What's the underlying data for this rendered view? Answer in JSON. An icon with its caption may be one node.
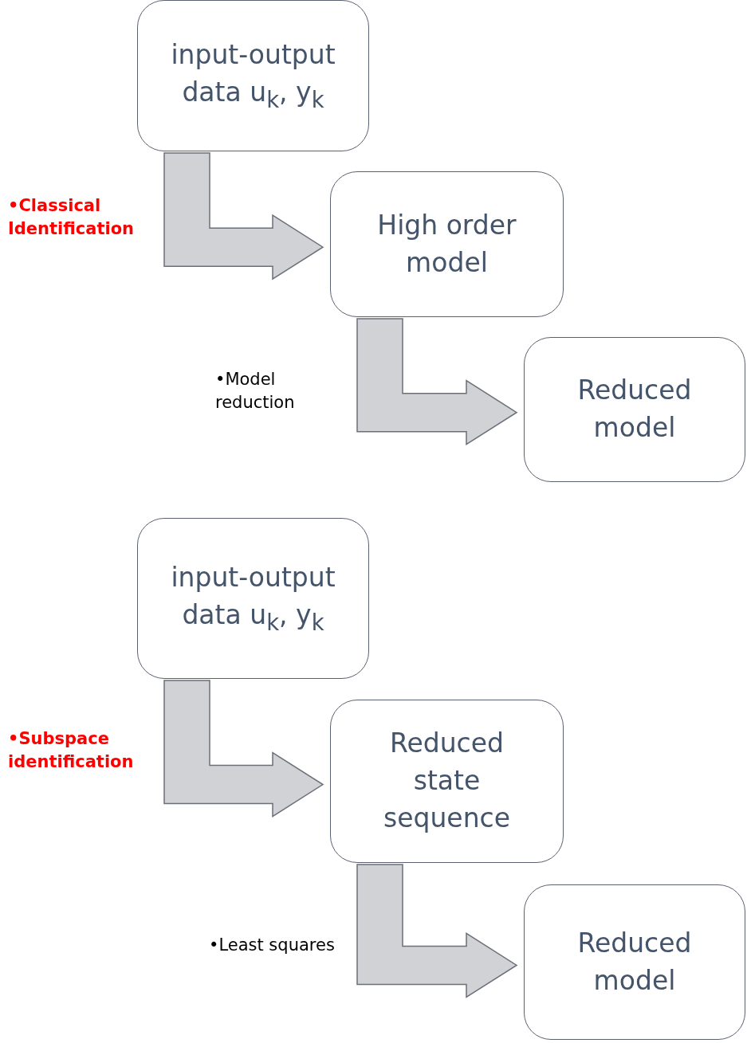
{
  "diagram": {
    "nodes": [
      {
        "text": [
          "input-output data u$_{k}$, y$_{k}$"
        ]
      },
      {
        "text": [
          "High order model"
        ]
      },
      {
        "text": [
          "Reduced model"
        ]
      },
      {
        "text": [
          "input-output data u$_{k}$, y$_{k}$"
        ]
      },
      {
        "text": [
          "Reduced state sequence"
        ]
      },
      {
        "text": [
          "Reduced model"
        ]
      }
    ],
    "edges": [
      {
        "from": 0,
        "to": 1,
        "arrow": "to"
      },
      {
        "from": 1,
        "to": 2,
        "arrow": "to"
      },
      {
        "from": 3,
        "to": 4,
        "arrow": "to"
      },
      {
        "from": 4,
        "to": 5,
        "arrow": "to"
      }
    ],
    "labels": [
      "•Classical Identification",
      "•Model reduction",
      "•Subspace identification",
      "•Least squares"
    ]
  }
}
